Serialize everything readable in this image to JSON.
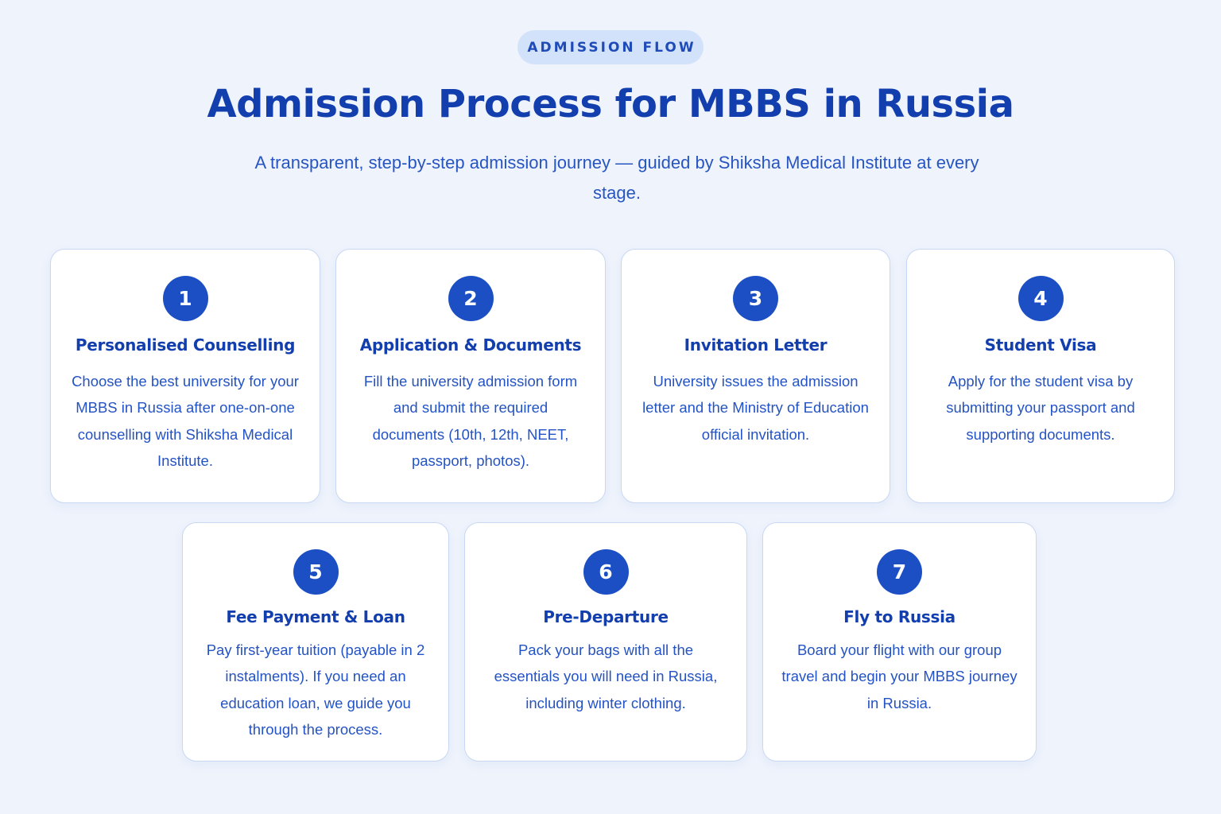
{
  "header": {
    "eyebrow": "ADMISSION FLOW",
    "title": "Admission Process for MBBS in Russia",
    "subtitle": "A transparent, step-by-step admission journey — guided by Shiksha Medical Institute at every stage."
  },
  "steps": [
    {
      "number": "1",
      "title": "Personalised Counselling",
      "description": "Choose the best university for your MBBS in Russia after one-on-one counselling with Shiksha Medical Institute."
    },
    {
      "number": "2",
      "title": "Application & Documents",
      "description": "Fill the university admission form and submit the required documents (10th, 12th, NEET, passport, photos)."
    },
    {
      "number": "3",
      "title": "Invitation Letter",
      "description": "University issues the admission letter and the Ministry of Education official invitation."
    },
    {
      "number": "4",
      "title": "Student Visa",
      "description": "Apply for the student visa by submitting your passport and supporting documents."
    },
    {
      "number": "5",
      "title": "Fee Payment & Loan",
      "description": "Pay first-year tuition (payable in 2 instalments). If you need an education loan, we guide you through the process."
    },
    {
      "number": "6",
      "title": "Pre-Departure",
      "description": "Pack your bags with all the essentials you will need in Russia, including winter clothing."
    },
    {
      "number": "7",
      "title": "Fly to Russia",
      "description": "Board your flight with our group travel and begin your MBBS journey in Russia."
    }
  ],
  "colors": {
    "background": "#eef3fc",
    "accent": "#1c4fc4",
    "heading": "#133fae",
    "pill": "#d3e2fb"
  }
}
